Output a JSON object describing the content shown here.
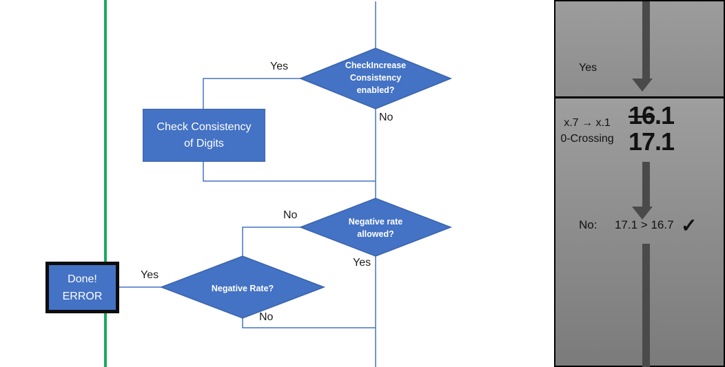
{
  "colors": {
    "shape_blue": "#4472C4",
    "shape_border": "#3A63AE",
    "green_line": "#1AA85C",
    "panel_arrow_gray": "#4A4A4A"
  },
  "flowchart": {
    "check_increase_diamond": {
      "line1": "CheckIncrease",
      "line2": "Consistency",
      "line3": "enabled?"
    },
    "check_consistency_box": {
      "line1": "Check Consistency",
      "line2": "of Digits"
    },
    "negative_rate_allowed_diamond": {
      "line1": "Negative rate",
      "line2": "allowed?"
    },
    "negative_rate_diamond": {
      "label": "Negative Rate?"
    },
    "done_error_box": {
      "line1": "Done!",
      "line2": "ERROR"
    },
    "branch_labels": {
      "check_increase_yes": "Yes",
      "check_increase_no": "No",
      "rate_allowed_no": "No",
      "rate_allowed_yes": "Yes",
      "negative_rate_yes": "Yes",
      "negative_rate_no": "No"
    }
  },
  "side_panel": {
    "yes_label": "Yes",
    "crossing_note": {
      "line1": "x.7 → x.1",
      "line2": "0-Crossing"
    },
    "values": {
      "old_struck": "16",
      "old_rest": ".1",
      "new": "17.1"
    },
    "comparison": {
      "label": "No:",
      "expression": "17.1 > 16.7",
      "checkmark": "✓"
    }
  }
}
